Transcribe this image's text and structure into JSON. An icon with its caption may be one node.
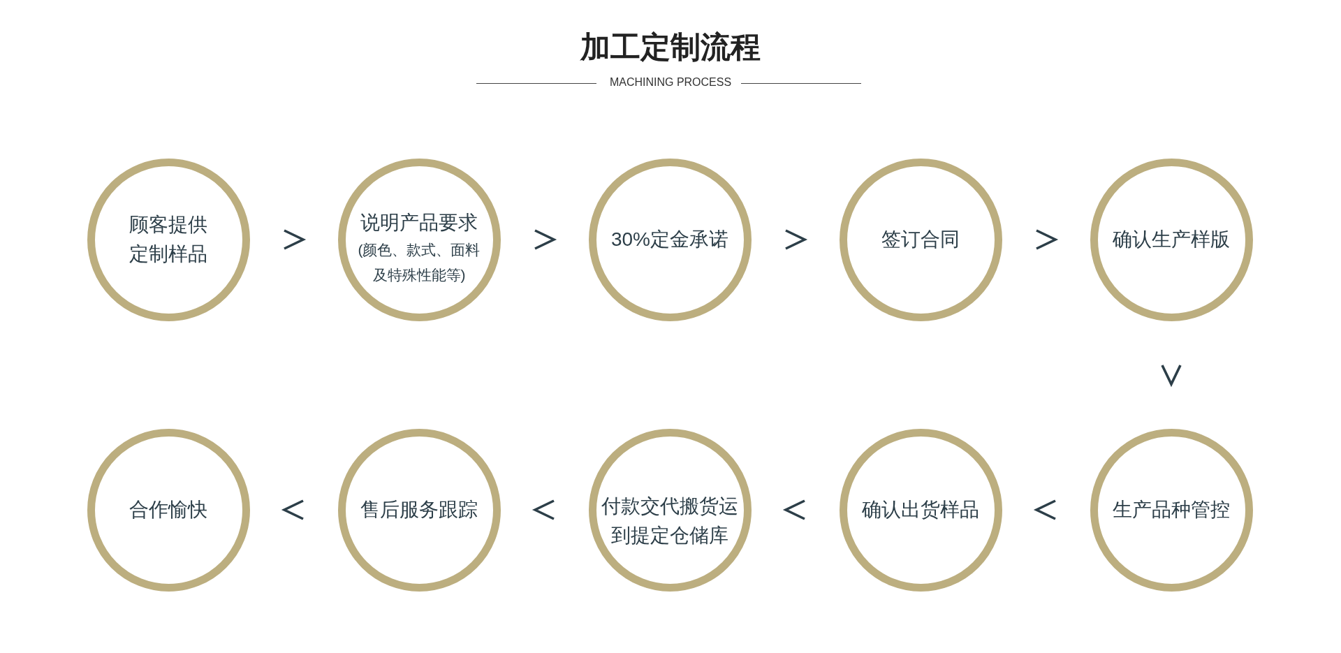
{
  "diagram": {
    "title": "加工定制流程",
    "nodes": [
      {
        "text": [
          "顾客提供定制样品"
        ]
      },
      {
        "text": [
          "说明产品要求",
          "(颜色、款式、面料及特殊性能等)"
        ]
      },
      {
        "text": [
          "30%定金承诺"
        ]
      },
      {
        "text": [
          "签订合同"
        ]
      },
      {
        "text": [
          "确认生产样版"
        ]
      },
      {
        "text": [
          "合作愉快"
        ]
      },
      {
        "text": [
          "售后服务跟踪"
        ]
      },
      {
        "text": [
          "付款交代搬货运到提定仓储库"
        ]
      },
      {
        "text": [
          "确认出货样品"
        ]
      },
      {
        "text": [
          "生产品种管控"
        ]
      }
    ],
    "edges": [
      {
        "from": 0,
        "to": 1,
        "arrow": "to"
      },
      {
        "from": 1,
        "to": 2,
        "arrow": "to"
      },
      {
        "from": 2,
        "to": 3,
        "arrow": "to"
      },
      {
        "from": 3,
        "to": 4,
        "arrow": "to"
      },
      {
        "from": 4,
        "to": 9,
        "arrow": "to"
      },
      {
        "from": 9,
        "to": 8,
        "arrow": "to"
      },
      {
        "from": 8,
        "to": 7,
        "arrow": "to"
      },
      {
        "from": 7,
        "to": 6,
        "arrow": "to"
      },
      {
        "from": 6,
        "to": 5,
        "arrow": "to"
      }
    ],
    "labels": [
      "MACHINING PROCESS"
    ]
  }
}
